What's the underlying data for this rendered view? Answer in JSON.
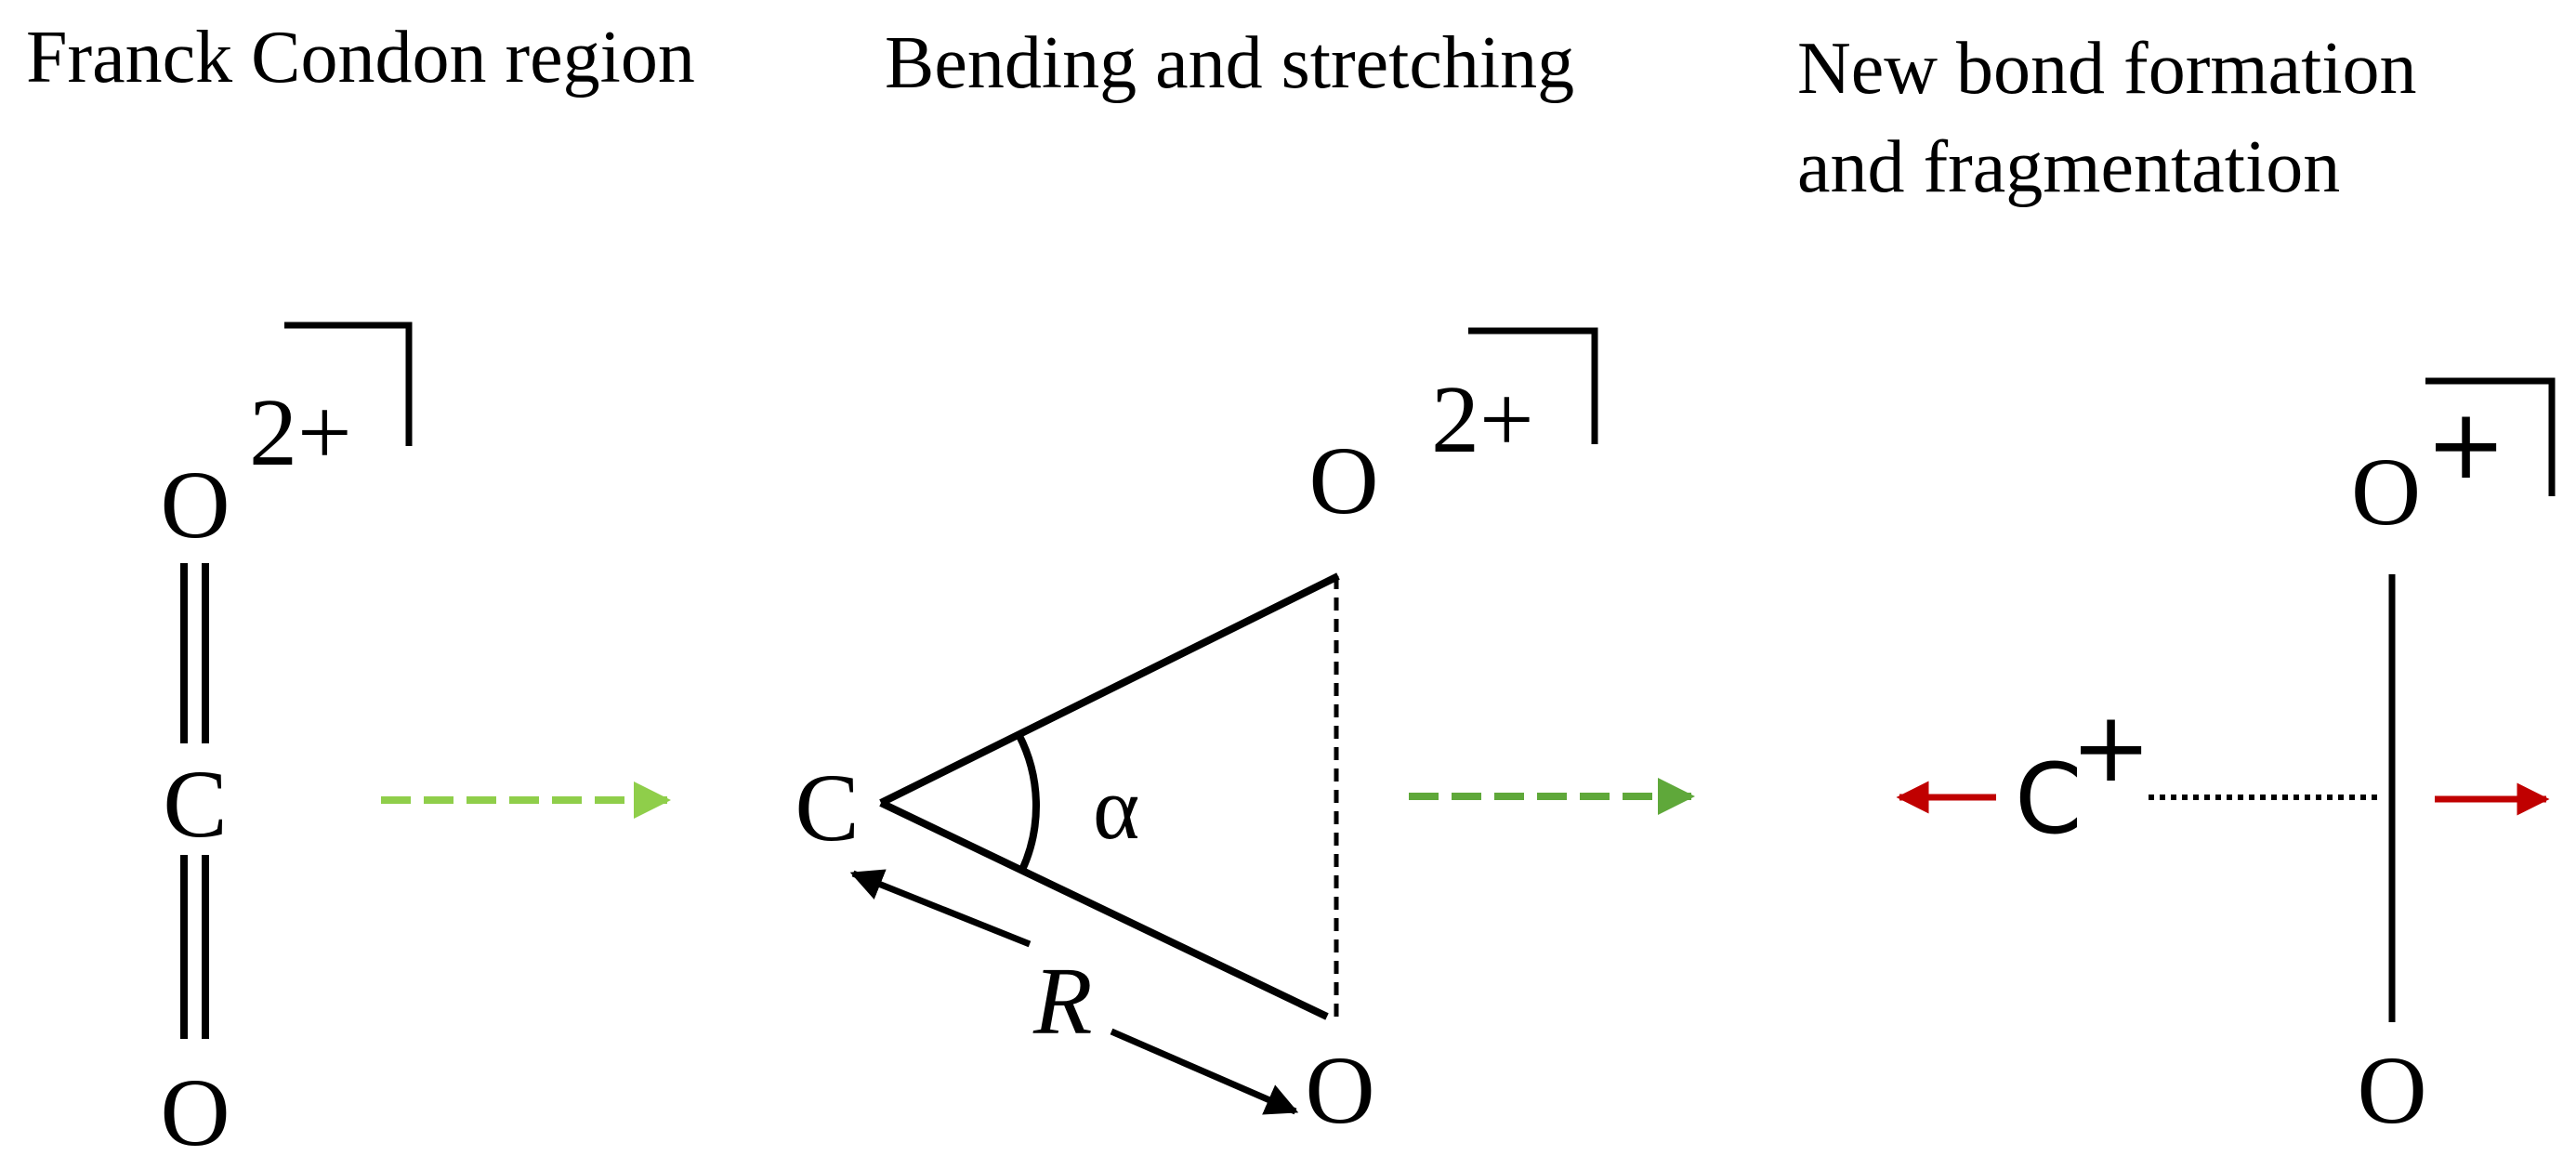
{
  "panels": [
    {
      "title_lines": [
        "Franck Condon region"
      ]
    },
    {
      "title_lines": [
        "Bending and stretching"
      ]
    },
    {
      "title_lines": [
        "New bond formation",
        "and fragmentation"
      ]
    }
  ],
  "molecule_1": {
    "top_atom": "O",
    "middle_atom": "C",
    "bottom_atom": "O",
    "charge": "2+"
  },
  "molecule_2": {
    "carbon": "C",
    "oxygen_top": "O",
    "oxygen_bottom": "O",
    "charge": "2+",
    "angle_label": "α",
    "distance_label": "R"
  },
  "molecule_3": {
    "carbon": "C",
    "carbon_charge": "+",
    "oxygen_top": "O",
    "oxygen_top_charge": "+",
    "oxygen_bottom": "O"
  },
  "colors": {
    "arrow_light_green": "#8fce4a",
    "arrow_dark_green": "#5fa83a",
    "arrow_red": "#c00000",
    "lines": "#000000"
  }
}
